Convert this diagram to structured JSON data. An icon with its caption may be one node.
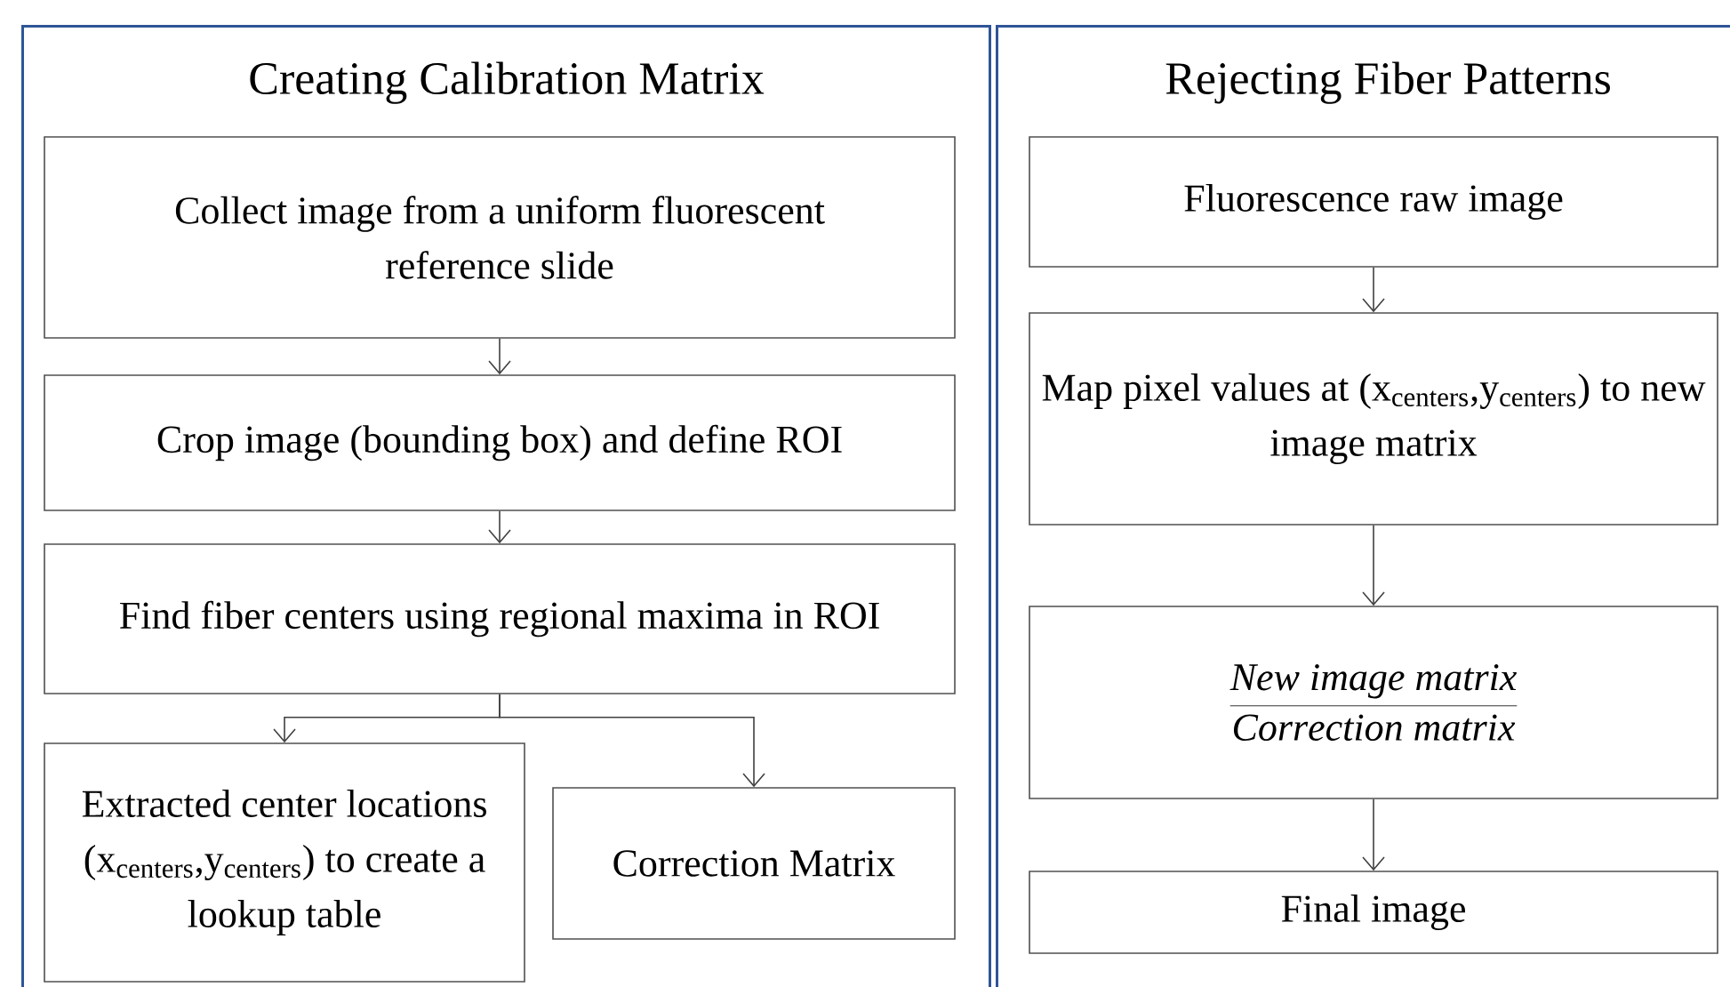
{
  "diagram": {
    "nodes": [
      {
        "text": [
          "Creating Calibration Matrix"
        ]
      },
      {
        "text": [
          "Collect image from a uniform fluorescent reference slide"
        ],
        "in": 0
      },
      {
        "text": [
          "Crop image (bounding box) and define ROI"
        ],
        "in": 0
      },
      {
        "text": [
          "Find fiber centers using regional maxima in ROI"
        ],
        "in": 0
      },
      {
        "text": [
          "Extracted center locations (x$_{centers}$,y$_{centers}$) to create a lookup table"
        ],
        "in": 0
      },
      {
        "text": [
          "Correction Matrix"
        ],
        "in": 0
      },
      {
        "text": [
          "Rejecting Fiber Patterns"
        ]
      },
      {
        "text": [
          "Fluorescence raw image"
        ],
        "in": 6
      },
      {
        "text": [
          "Map pixel values at (x$_{centers}$,y$_{centers}$) to new image matrix"
        ],
        "in": 6
      },
      {
        "text": [
          "\\frac{\\mathit{New\\ image\\ matrix}}{\\mathit{Correction\\ matrix}}"
        ],
        "in": 6
      },
      {
        "text": [
          "Final image"
        ],
        "in": 6
      }
    ],
    "edges": [
      {
        "from": 1,
        "to": 2,
        "arrow": "to"
      },
      {
        "from": 2,
        "to": 3,
        "arrow": "to"
      },
      {
        "from": 3,
        "to": 4,
        "arrow": "to"
      },
      {
        "from": 3,
        "to": 5,
        "arrow": "to"
      },
      {
        "from": 7,
        "to": 8,
        "arrow": "to"
      },
      {
        "from": 8,
        "to": 9,
        "arrow": "to"
      },
      {
        "from": 9,
        "to": 10,
        "arrow": "to"
      }
    ]
  }
}
